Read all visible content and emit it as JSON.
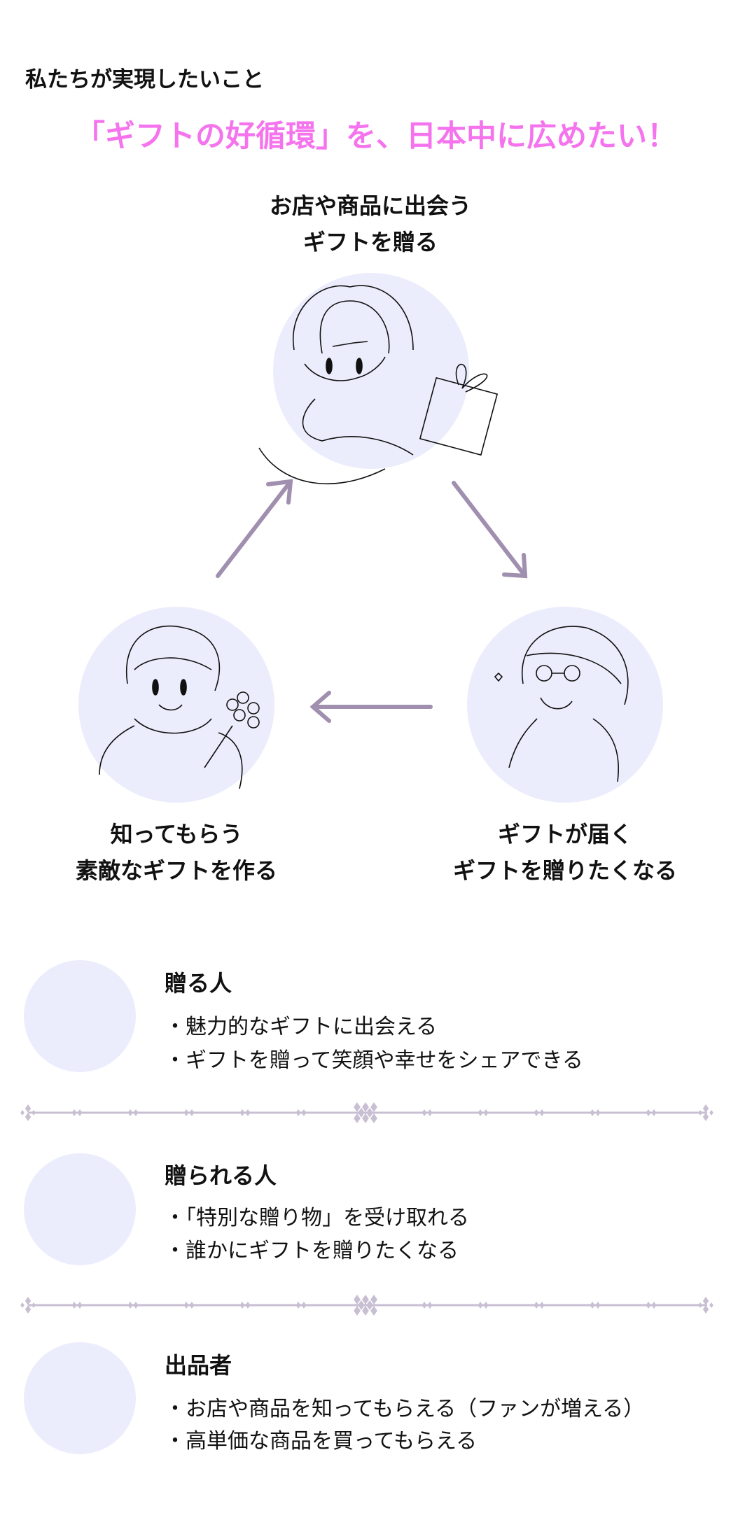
{
  "heading": "私たちが実現したいこと",
  "slogan": "「ギフトの好循環」を、日本中に広めたい！",
  "colors": {
    "slogan": "#f574ee",
    "circle": "#ecedfc",
    "arrow": "#a08fae",
    "divider": "#c9bfd3"
  },
  "cycle": [
    {
      "line1": "お店や商品に出会う",
      "line2": "ギフトを贈る"
    },
    {
      "line1": "ギフトが届く",
      "line2": "ギフトを贈りたくなる"
    },
    {
      "line1": "知ってもらう",
      "line2": "素敵なギフトを作る"
    }
  ],
  "sections": [
    {
      "title": "贈る人",
      "bullets": [
        "・魅力的なギフトに出会える",
        "・ギフトを贈って笑顔や幸せをシェアできる"
      ]
    },
    {
      "title": "贈られる人",
      "bullets": [
        "・「特別な贈り物」を受け取れる",
        "・誰かにギフトを贈りたくなる"
      ]
    },
    {
      "title": "出品者",
      "bullets": [
        "・お店や商品を知ってもらえる（ファンが増える）",
        "・高単価な商品を買ってもらえる"
      ]
    }
  ]
}
